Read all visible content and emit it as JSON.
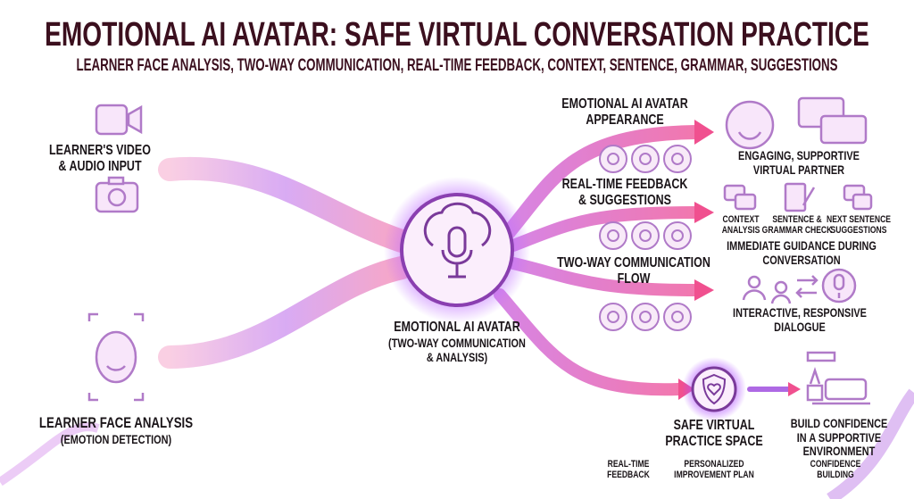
{
  "header": {
    "title": "EMOTIONAL AI AVATAR: SAFE VIRTUAL CONVERSATION PRACTICE",
    "subtitle": "LEARNER FACE ANALYSIS, TWO-WAY COMMUNICATION, REAL-TIME FEEDBACK, CONTEXT, SENTENCE, GRAMMAR, SUGGESTIONS"
  },
  "inputs": {
    "video_audio": [
      "LEARNER'S VIDEO",
      "& AUDIO INPUT"
    ],
    "face": {
      "title": "LEARNER FACE ANALYSIS",
      "subtitle": "(EMOTION DETECTION)"
    }
  },
  "center": {
    "title": "EMOTIONAL AI AVATAR",
    "subtitle": [
      "(TWO-WAY COMMUNICATION",
      "& ANALYSIS)"
    ]
  },
  "branches": [
    {
      "label": [
        "EMOTIONAL AI AVATAR",
        "APPEARANCE"
      ],
      "icons": [
        "smile-icon",
        "speaker-icon",
        "chat-icon"
      ],
      "outcome": [
        "ENGAGING, SUPPORTIVE",
        "VIRTUAL PARTNER"
      ]
    },
    {
      "label": [
        "REAL-TIME FEEDBACK",
        "& SUGGESTIONS"
      ],
      "icons": [
        "chat-check-icon",
        "check-icon",
        "grade-a-plus-icon"
      ],
      "features": [
        [
          "CONTEXT",
          "ANALYSIS"
        ],
        [
          "SENTENCE &",
          "GRAMMAR CHECK"
        ],
        [
          "NEXT SENTENCE",
          "SUGGESTIONS"
        ]
      ],
      "outcome": [
        "IMMEDIATE GUIDANCE DURING",
        "CONVERSATION"
      ]
    },
    {
      "label": [
        "TWO-WAY COMMUNICATION",
        "FLOW"
      ],
      "icons": [
        "presentation-icon",
        "waveform-icon",
        "microphone-icon"
      ],
      "outcome": [
        "INTERACTIVE, RESPONSIVE",
        "DIALOGUE"
      ]
    }
  ],
  "bottom": {
    "safe_space": [
      "SAFE VIRTUAL",
      "PRACTICE SPACE"
    ],
    "confidence": [
      "BUILD CONFIDENCE",
      "IN A SUPPORTIVE",
      "ENVIRONMENT"
    ],
    "footer": [
      [
        "REAL-TIME",
        "FEEDBACK"
      ],
      [
        "PERSONALIZED",
        "IMPROVEMENT PLAN"
      ],
      [
        "CONFIDENCE",
        "BUILDING"
      ]
    ]
  },
  "colors": {
    "pink": "#f0508f",
    "purple": "#9b4de0",
    "icon": "#b07ac8",
    "title": "#3b0f1e"
  }
}
